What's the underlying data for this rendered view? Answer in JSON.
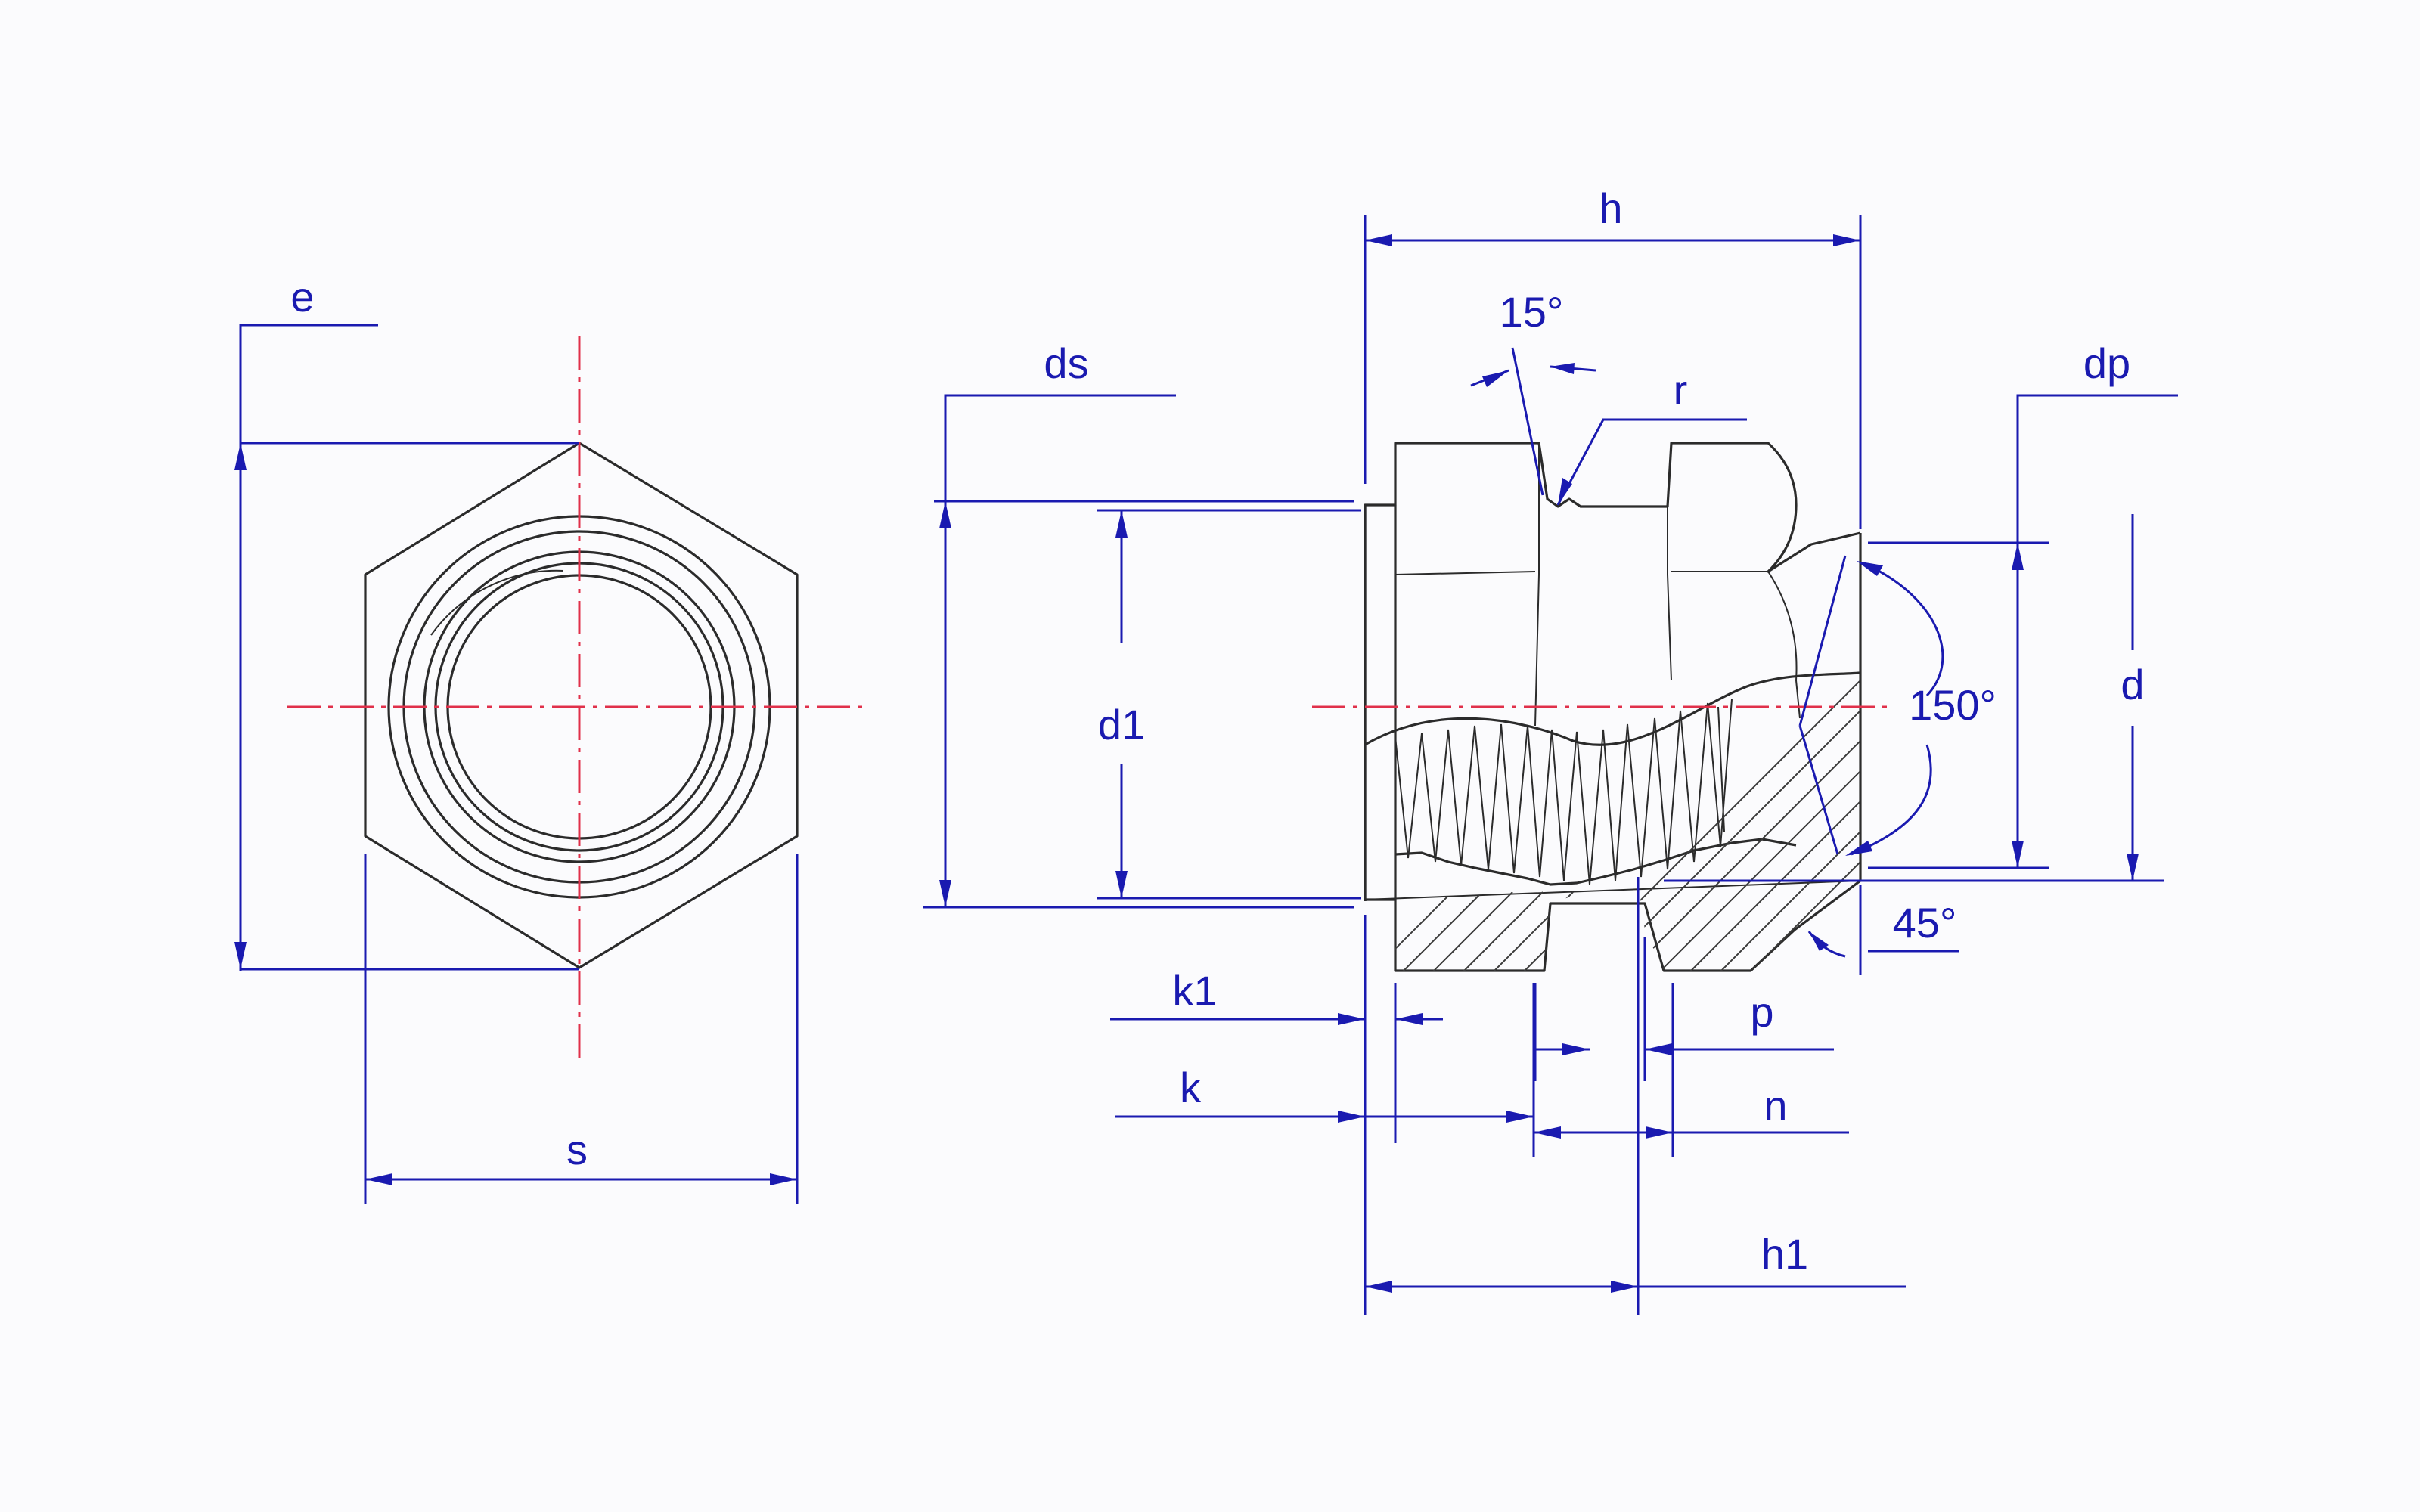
{
  "labels": {
    "e": "e",
    "s": "s",
    "h": "h",
    "angle_15": "15°",
    "ds": "ds",
    "r": "r",
    "dp": "dp",
    "d1": "d1",
    "d": "d",
    "angle_150": "150°",
    "angle_45": "45°",
    "k1": "k1",
    "p": "p",
    "k": "k",
    "n": "n",
    "h1": "h1"
  },
  "colors": {
    "dimension": "#1a1ab0",
    "centerline": "#e0304a",
    "outline": "#2b2b2b",
    "background": "#fbfbfd"
  }
}
